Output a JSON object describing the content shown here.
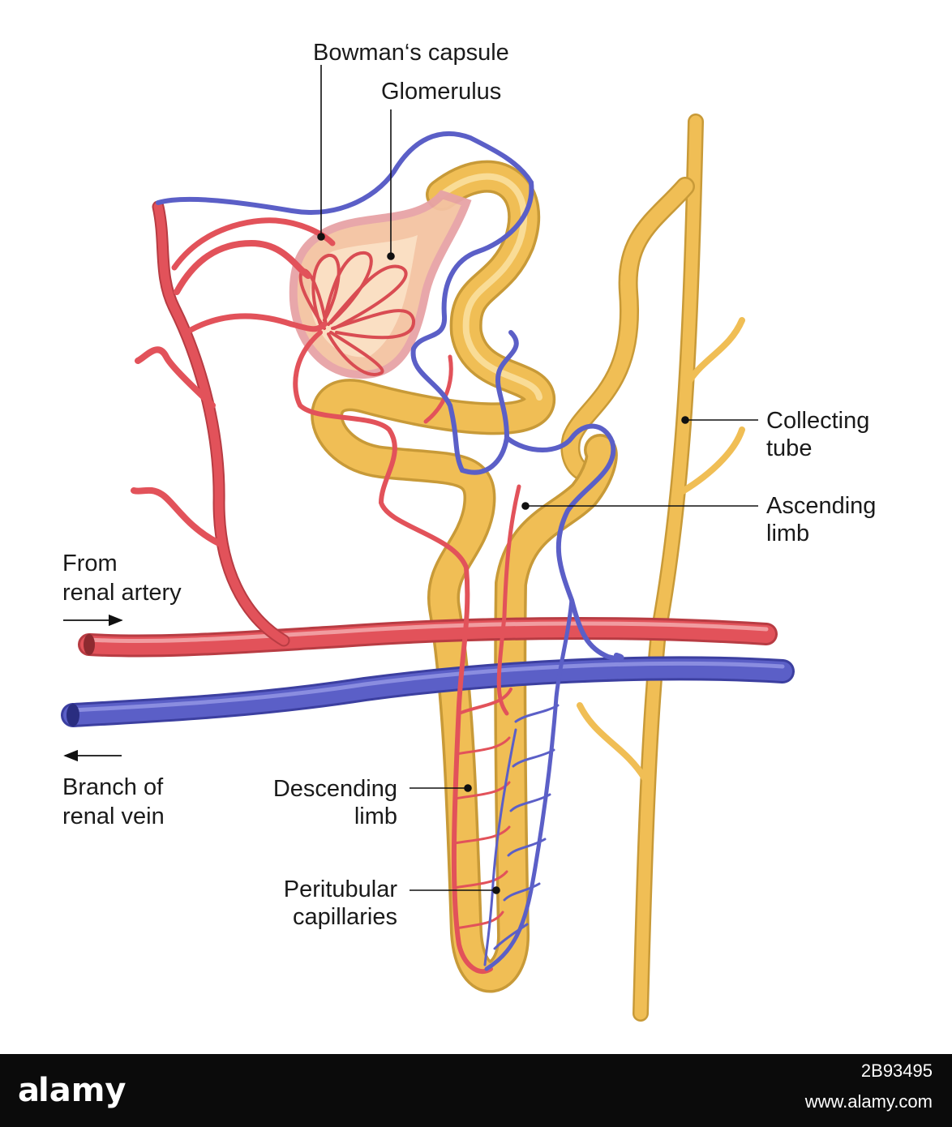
{
  "labels": {
    "bowmans_capsule": "Bowman‘s capsule",
    "glomerulus": "Glomerulus",
    "collecting_tube_1": "Collecting",
    "collecting_tube_2": "tube",
    "ascending_limb_1": "Ascending",
    "ascending_limb_2": "limb",
    "from_renal_artery_1": "From",
    "from_renal_artery_2": "renal artery",
    "branch_renal_vein_1": "Branch of",
    "branch_renal_vein_2": "renal vein",
    "descending_limb_1": "Descending",
    "descending_limb_2": "limb",
    "peritubular_1": "Peritubular",
    "peritubular_2": "capillaries"
  },
  "footer": {
    "logo_text": "alamy",
    "image_id": "2B93495",
    "site": "www.alamy.com"
  },
  "colors": {
    "artery": "#e2525a",
    "vein": "#5b5fc7",
    "tubule": "#f0be55",
    "capsule": "#f4c3a2"
  }
}
